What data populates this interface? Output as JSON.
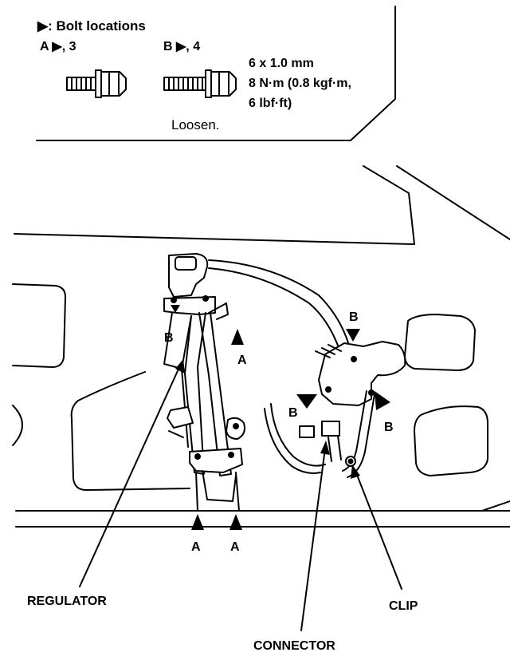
{
  "legend": {
    "title": "▶: Bolt locations",
    "bolt_a": "A ▶, 3",
    "bolt_b": "B ▶, 4",
    "spec_size": "6 x 1.0 mm",
    "spec_torque_1": "8 N·m (0.8 kgf·m,",
    "spec_torque_2": "6 lbf·ft)",
    "loosen": "Loosen."
  },
  "bolt_labels": {
    "a": "A",
    "b": "B"
  },
  "callouts": {
    "regulator": "REGULATOR",
    "connector": "CONNECTOR",
    "clip": "CLIP"
  },
  "colors": {
    "ink": "#000000",
    "paper": "#ffffff"
  }
}
